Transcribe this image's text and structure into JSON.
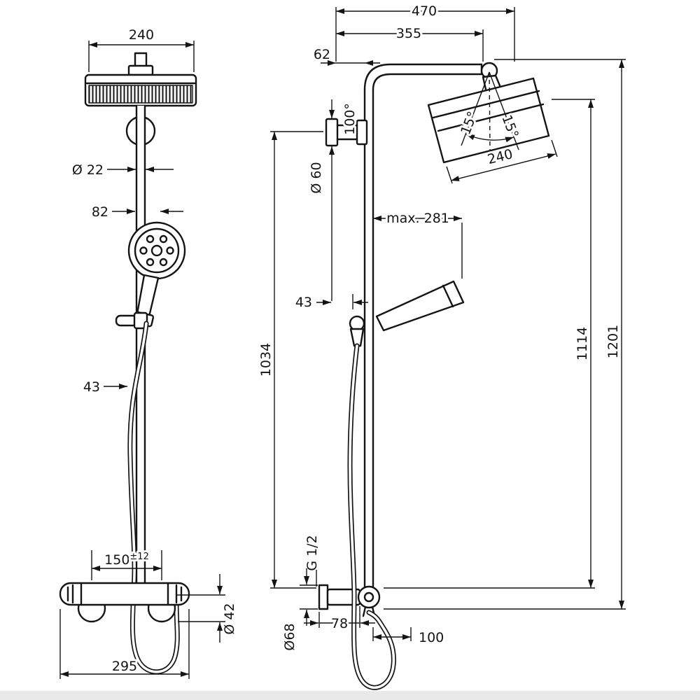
{
  "drawing": {
    "title": "Shower pipe technical dimension drawing, front and side views",
    "colors": {
      "line": "#141414",
      "background": "#ffffff",
      "border_strip": "#e9e9e9"
    },
    "front": {
      "head_width": "240",
      "pipe_diameter": "Ø 22",
      "handshower_offset": "82",
      "holder_offset": "43",
      "valve_spacing": "150",
      "valve_spacing_tolerance": "±12",
      "escutcheon_diameter": "Ø 42",
      "valve_width": "295"
    },
    "side": {
      "overall_reach": "470",
      "head_reach": "355",
      "wall_to_pipe": "62",
      "swivel_angle": "100°",
      "tilt_left": "15°",
      "tilt_right": "15°",
      "head_depth": "240",
      "bracket_escutcheon": "Ø 60",
      "max_holder_reach": "max. 281",
      "holder_offset": "43",
      "bracket_height": "1034",
      "head_height": "1114",
      "overall_height": "1201",
      "thread": "G 1/2",
      "valve_escutcheon": "Ø68",
      "valve_depth": "78",
      "hose_loop": "100"
    }
  }
}
